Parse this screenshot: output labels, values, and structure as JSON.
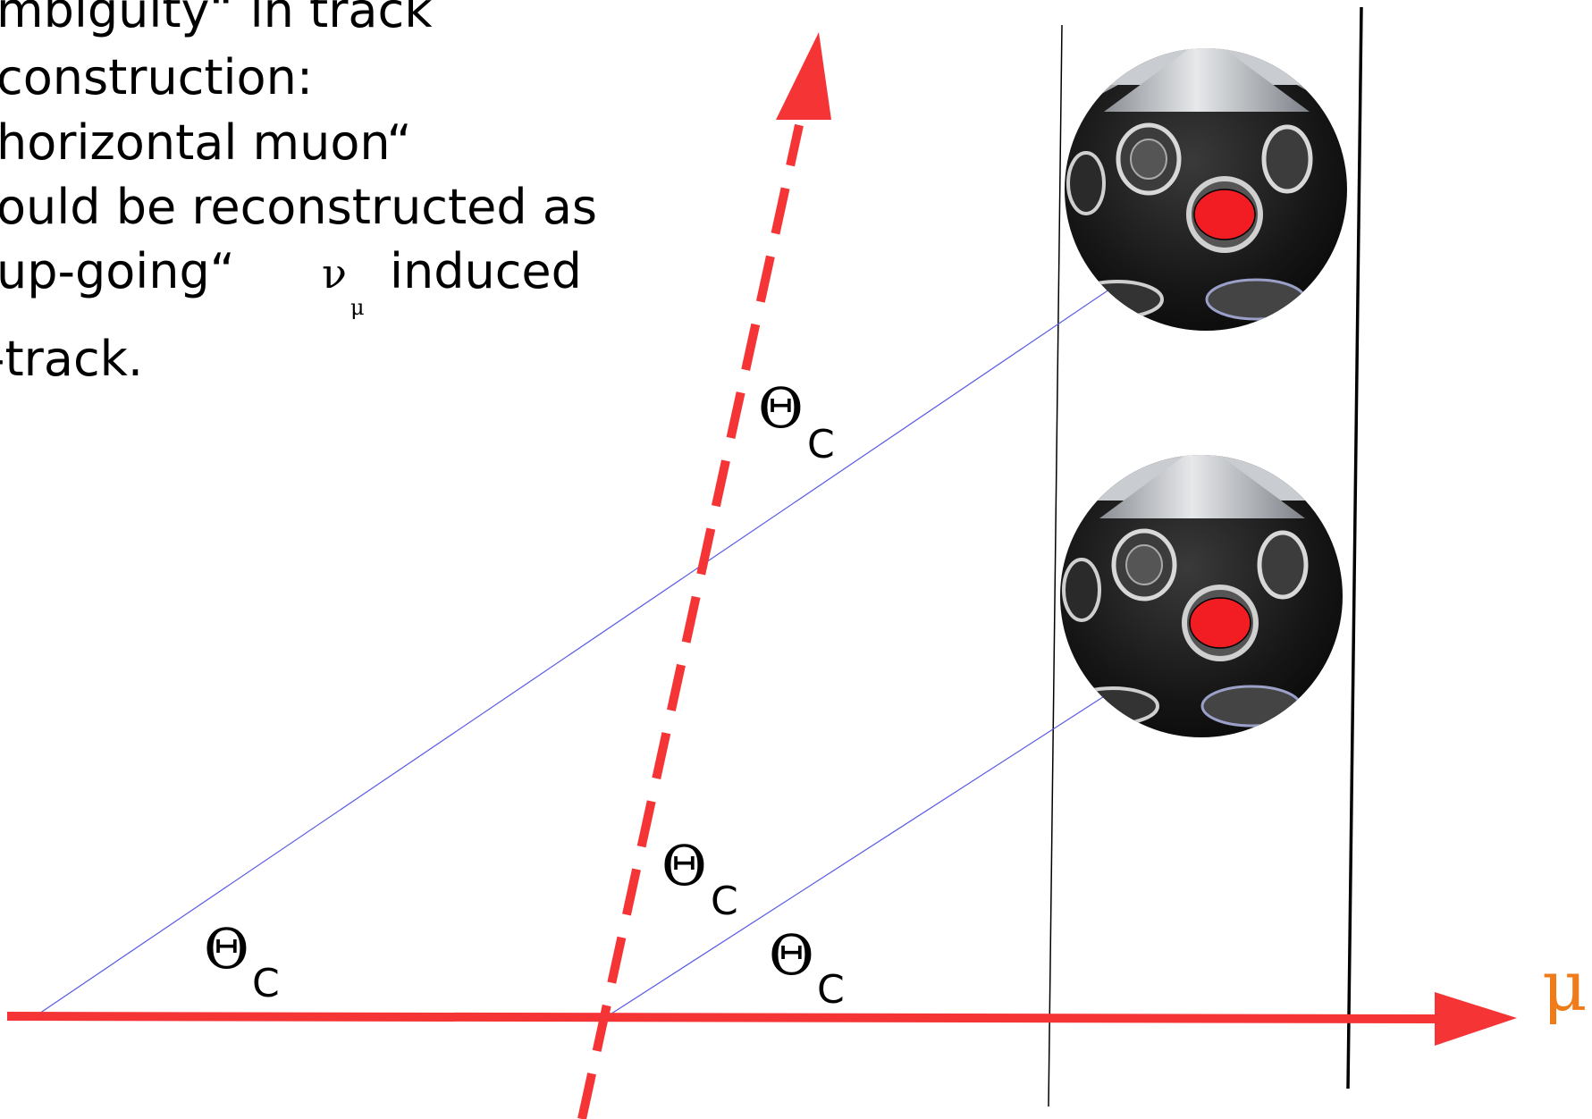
{
  "text_block": {
    "line1": "mbiguity“ in track",
    "line2": "construction:",
    "line3": "horizontal muon“",
    "line4": "ould be reconstructed as",
    "line5_a": "up-going“",
    "line5_nu": "ν",
    "line5_mu": "μ",
    "line5_b": "induced",
    "line6": "-track."
  },
  "angle_symbol": "Θ",
  "angle_subscript": "C",
  "muon_label": "μ",
  "colors": {
    "track": "#f53436",
    "photon_path": "#5a5ae6",
    "muon_label": "#f07b1a",
    "hit_pmt": "#f21d22",
    "optical_module_body": "#1b1b1b"
  }
}
